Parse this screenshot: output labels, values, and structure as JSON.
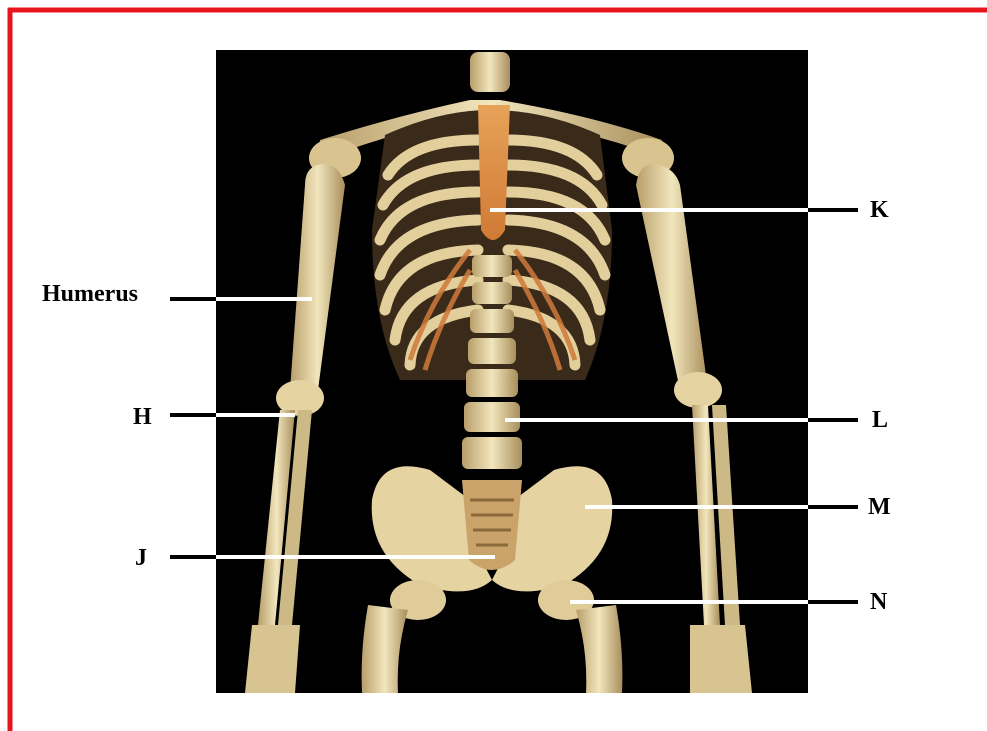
{
  "figure": {
    "border_color": "#e8141b",
    "background": "#000000",
    "bone_color": "#ead9a6",
    "cartilage_color": "#d98a3a"
  },
  "labels": {
    "humerus": "Humerus",
    "h": "H",
    "j": "J",
    "k": "K",
    "l": "L",
    "m": "M",
    "n": "N"
  }
}
